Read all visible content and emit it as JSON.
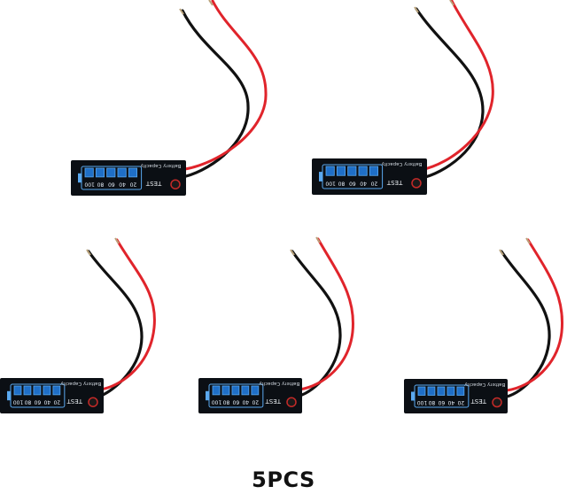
{
  "caption": "5PCS",
  "module": {
    "levels": [
      "100",
      "80",
      "60",
      "40",
      "20"
    ],
    "title": "Battery Capacity",
    "button_label": "TEST",
    "count": 5
  },
  "colors": {
    "board": "#0b0f14",
    "segment": "#1f6fc7",
    "segment_frame": "#5aa9f0",
    "wire_red": "#e0242b",
    "wire_black": "#111111",
    "button_ring": "#c42a28"
  }
}
